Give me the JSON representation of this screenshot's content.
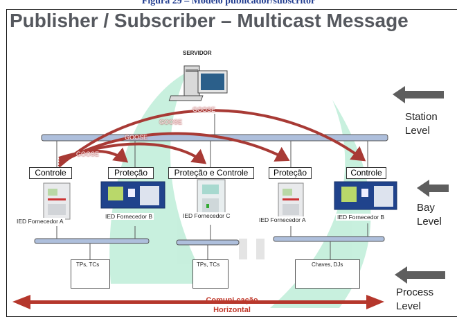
{
  "caption": "Figura 29 – Modelo publicador/subscritor",
  "title": "Publisher / Subscriber – Multicast Message",
  "server_label": "SERVIDOR",
  "goose_labels": [
    "GOOSE",
    "GOOSE",
    "GOOSE",
    "GOOSE"
  ],
  "bay_boxes": [
    "Controle",
    "Proteção",
    "Proteção e Controle",
    "Proteção",
    "Controle"
  ],
  "ied_labels": [
    "IED Fornecedor A",
    "IED Fornecedor B",
    "IED Fornecedor C",
    "IED Fornecedor A",
    "IED Fornecedor B"
  ],
  "process_boxes": [
    "TPs, TCs",
    "TPs, TCs",
    "Chaves, DJs"
  ],
  "levels": {
    "station": "Station Level",
    "bay": "Bay Level",
    "process": "Process Level"
  },
  "horizontal": {
    "line1": "Comuni cação",
    "line2": "Horizontal"
  },
  "colors": {
    "bus": "#aebfdc",
    "arrow": "#a83a35",
    "horizontal_arrow": "#b5372c",
    "level_arrow": "#5e5e5e",
    "watermark": "#9be3c3"
  }
}
